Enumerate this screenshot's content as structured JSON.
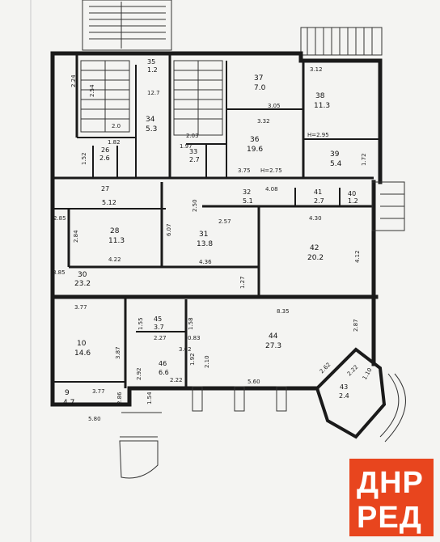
{
  "rooms": [
    {
      "id": "r9",
      "num": "9",
      "area": "4.7"
    },
    {
      "id": "r10",
      "num": "10",
      "area": "14.6"
    },
    {
      "id": "r26",
      "num": "26",
      "area": "2.6"
    },
    {
      "id": "r27",
      "num": "27",
      "area": "5.12"
    },
    {
      "id": "r28",
      "num": "28",
      "area": "11.3"
    },
    {
      "id": "r30",
      "num": "30",
      "area": "23.2"
    },
    {
      "id": "r31",
      "num": "31",
      "area": "13.8"
    },
    {
      "id": "r32",
      "num": "32",
      "area": "5.1"
    },
    {
      "id": "r33",
      "num": "33",
      "area": "2.7"
    },
    {
      "id": "r34",
      "num": "34",
      "area": "5.3"
    },
    {
      "id": "r35",
      "num": "35",
      "area": "1.2"
    },
    {
      "id": "r36",
      "num": "36",
      "area": "19.6"
    },
    {
      "id": "r37",
      "num": "37",
      "area": "7.0"
    },
    {
      "id": "r38",
      "num": "38",
      "area": "11.3"
    },
    {
      "id": "r39",
      "num": "39",
      "area": "5.4"
    },
    {
      "id": "r40",
      "num": "40",
      "area": "1.2"
    },
    {
      "id": "r41",
      "num": "41",
      "area": "2.7"
    },
    {
      "id": "r42",
      "num": "42",
      "area": "20.2"
    },
    {
      "id": "r43",
      "num": "43",
      "area": "2.4"
    },
    {
      "id": "r44",
      "num": "44",
      "area": "27.3"
    },
    {
      "id": "r45",
      "num": "45",
      "area": "3.7"
    },
    {
      "id": "r46",
      "num": "46",
      "area": "6.6"
    }
  ],
  "dimensions": [
    "3.12",
    "3.05",
    "3.32",
    "H=2.95",
    "H=2.75",
    "3.75",
    "4.08",
    "4.30",
    "2.57",
    "4.22",
    "4.36",
    "3.85",
    "3.77",
    "8.35",
    "5.60",
    "5.80",
    "3.77",
    "2.22",
    "3.02",
    "2.27",
    "0.83",
    "1.97",
    "1.82",
    "2.0",
    "2.03",
    "12.7",
    "4.12",
    "2.87",
    "2.62",
    "2.22",
    "1.10",
    "1.72",
    "1.27",
    "2.85",
    "2.84",
    "6.07",
    "2.50",
    "1.52",
    "2.54",
    "2.24",
    "2.92",
    "1.92",
    "2.10",
    "1.55",
    "1.58",
    "3.87",
    "1.54",
    "2.86"
  ],
  "logo": {
    "line1": "ДНР",
    "line2": "РЕД"
  },
  "colors": {
    "logo": "#e8451e",
    "wall": "#222222"
  }
}
